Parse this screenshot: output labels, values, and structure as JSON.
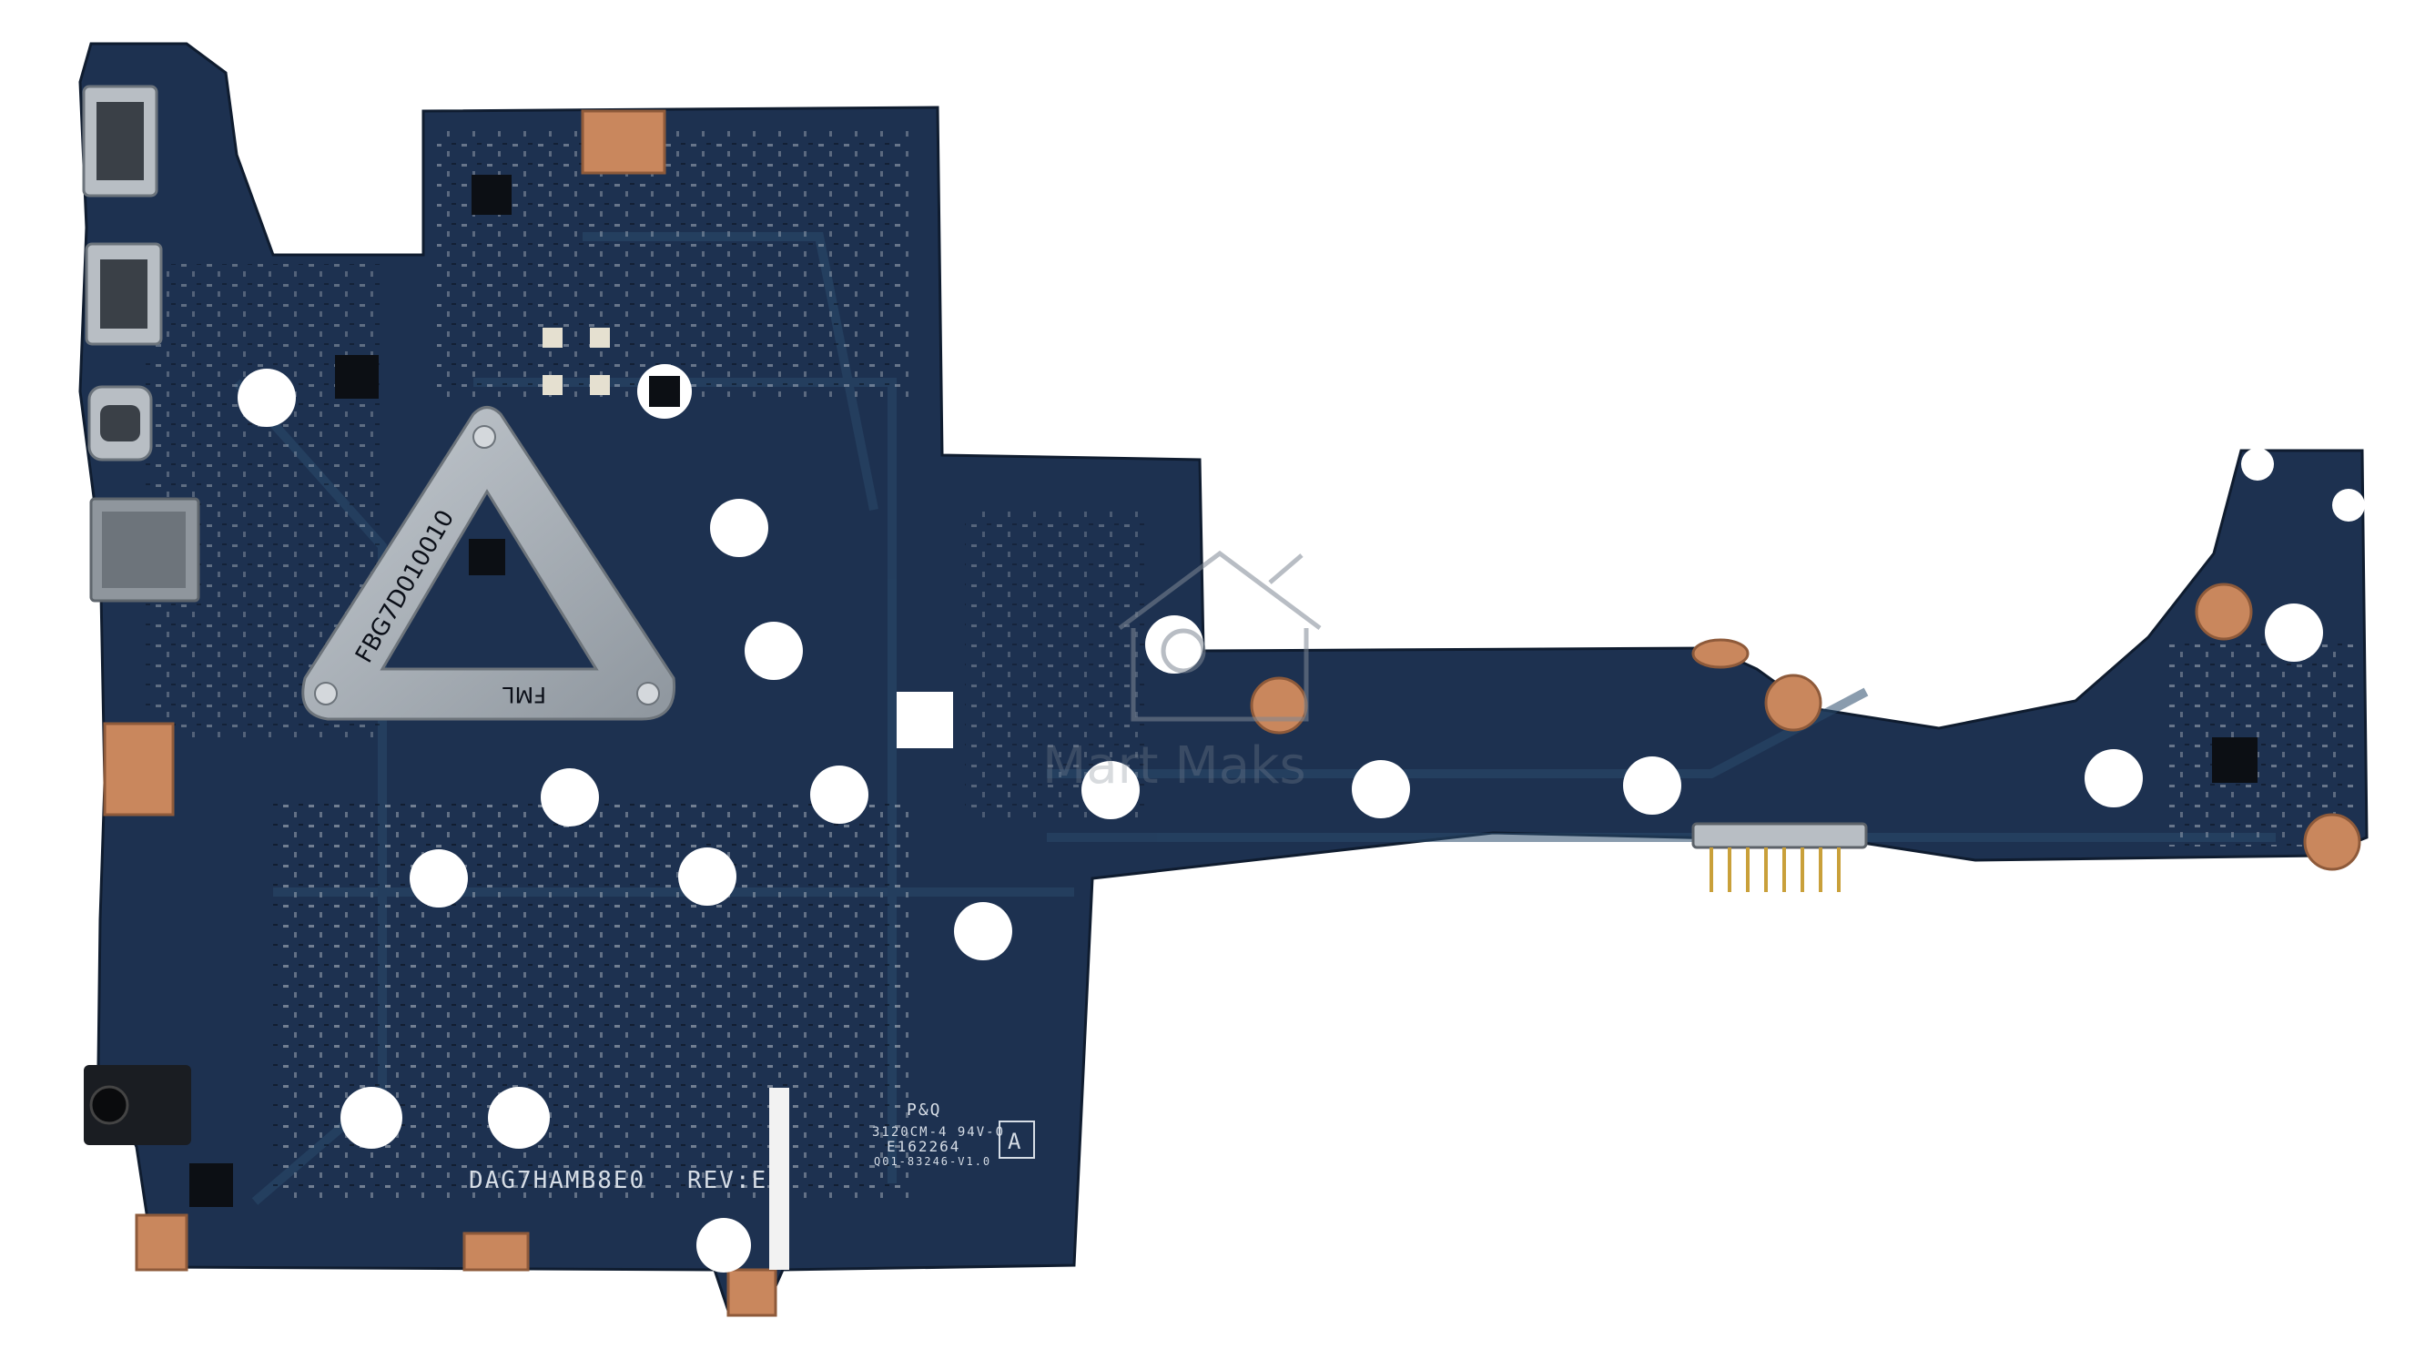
{
  "board": {
    "part_number": "DAG7HAMB8E0",
    "revision": "REV:E",
    "heatsink_code": "FBG7D010010",
    "heatsink_mark": "FML",
    "label_ul": "P&Q",
    "label_cert": "3120CM-4 94V-0",
    "label_ul_file": "E162264",
    "label_code": "Q01-83246-V1.0",
    "label_box": "A"
  },
  "watermark": {
    "text": "Mart Maks"
  },
  "colors": {
    "pcb": "#1d3150",
    "pcb_trace": "#2a4a6b",
    "copper_pad": "#c9875d",
    "bracket": "#a9b0b7"
  }
}
